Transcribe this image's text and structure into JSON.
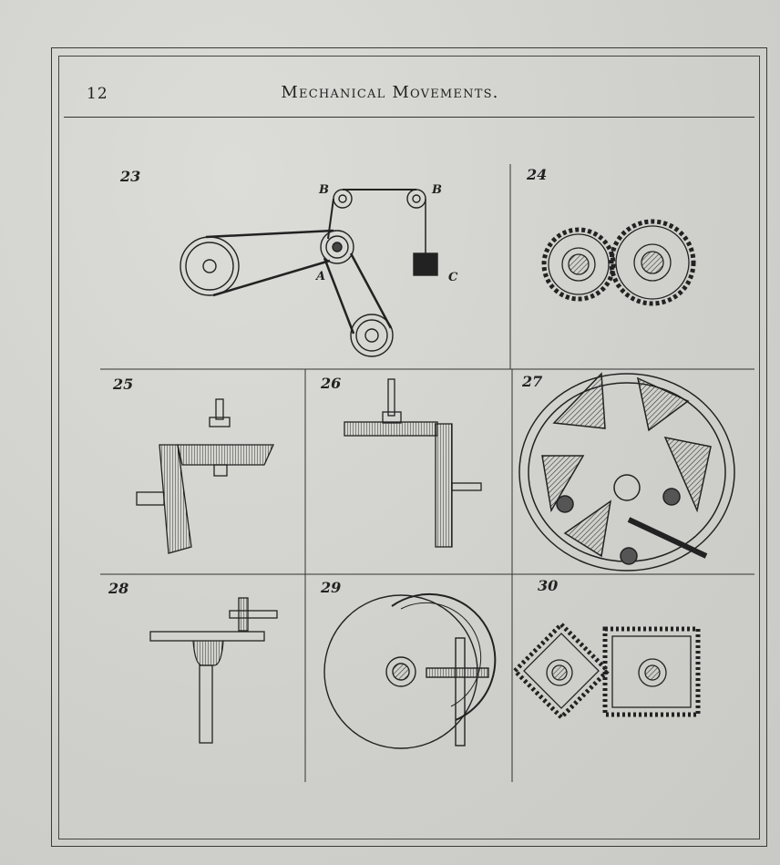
{
  "header": {
    "page_number": "12",
    "running_title": "Mechanical Movements."
  },
  "figures": [
    {
      "number": "23",
      "parts": [
        "A",
        "B",
        "B",
        "C"
      ]
    },
    {
      "number": "24"
    },
    {
      "number": "25"
    },
    {
      "number": "26"
    },
    {
      "number": "27"
    },
    {
      "number": "28"
    },
    {
      "number": "29"
    },
    {
      "number": "30"
    }
  ],
  "colors": {
    "paper": "#d6d6d2",
    "ink": "#2a2a2a"
  }
}
